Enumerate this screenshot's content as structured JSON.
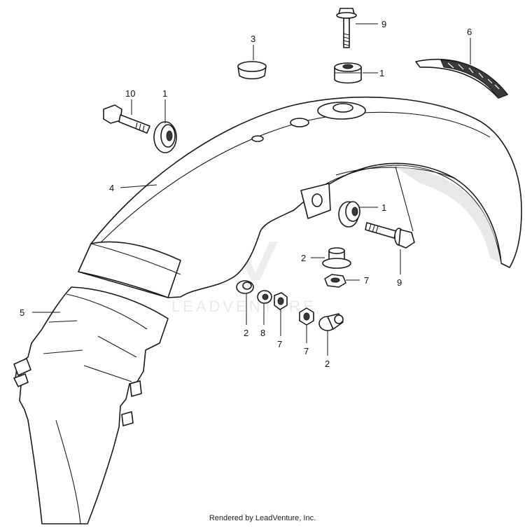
{
  "diagram": {
    "watermark": "LEADVENTURE",
    "credit": "Rendered by LeadVenture, Inc.",
    "callouts": [
      {
        "id": "c9-top",
        "label": "9",
        "part": "flange-bolt"
      },
      {
        "id": "c3",
        "label": "3",
        "part": "plug-cap"
      },
      {
        "id": "c1-top",
        "label": "1",
        "part": "rubber-grommet"
      },
      {
        "id": "c6",
        "label": "6",
        "part": "reflector-strip"
      },
      {
        "id": "c10",
        "label": "10",
        "part": "long-bolt"
      },
      {
        "id": "c1-left",
        "label": "1",
        "part": "rubber-grommet"
      },
      {
        "id": "c4",
        "label": "4",
        "part": "rear-fender"
      },
      {
        "id": "c1-mid",
        "label": "1",
        "part": "rubber-grommet"
      },
      {
        "id": "c2-mid",
        "label": "2",
        "part": "collar"
      },
      {
        "id": "c9-mid",
        "label": "9",
        "part": "flange-bolt"
      },
      {
        "id": "c7-right",
        "label": "7",
        "part": "nut"
      },
      {
        "id": "c5",
        "label": "5",
        "part": "inner-fender"
      },
      {
        "id": "c2-low-left",
        "label": "2",
        "part": "collar"
      },
      {
        "id": "c8",
        "label": "8",
        "part": "washer"
      },
      {
        "id": "c7-low-left",
        "label": "7",
        "part": "nut"
      },
      {
        "id": "c7-low-right",
        "label": "7",
        "part": "nut"
      },
      {
        "id": "c2-low-right",
        "label": "2",
        "part": "collar"
      }
    ]
  }
}
